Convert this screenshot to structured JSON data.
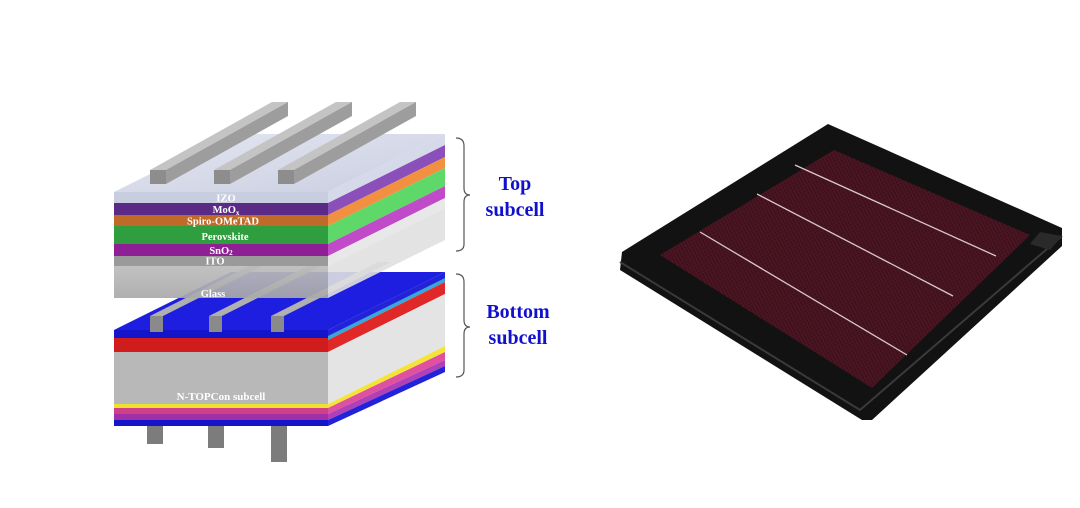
{
  "top_stack": {
    "izo": "IZO",
    "moox_base": "MoO",
    "moox_sub": "x",
    "spiro": "Spiro-OMeTAD",
    "perovskite": "Perovskite",
    "sno2_base": "SnO",
    "sno2_sub": "2",
    "ito": "ITO",
    "glass": "Glass"
  },
  "bottom_stack": {
    "topcon": "N-TOPCon subcell"
  },
  "callouts": {
    "top_line1": "Top",
    "top_line2": "subcell",
    "bottom_line1": "Bottom",
    "bottom_line2": "subcell"
  },
  "colors": {
    "izo": "#c8cde0",
    "moox": "#5b2a86",
    "spiro": "#c06a2a",
    "perovskite": "#2f9e3e",
    "sno2": "#8f1f95",
    "ito": "#9a9a9a",
    "glass": "#c9c9c9",
    "topcon_blue": "#1414c8",
    "topcon_red": "#d01c1c",
    "topcon_gray": "#b8b8b8",
    "label_blue": "#1111cc"
  }
}
